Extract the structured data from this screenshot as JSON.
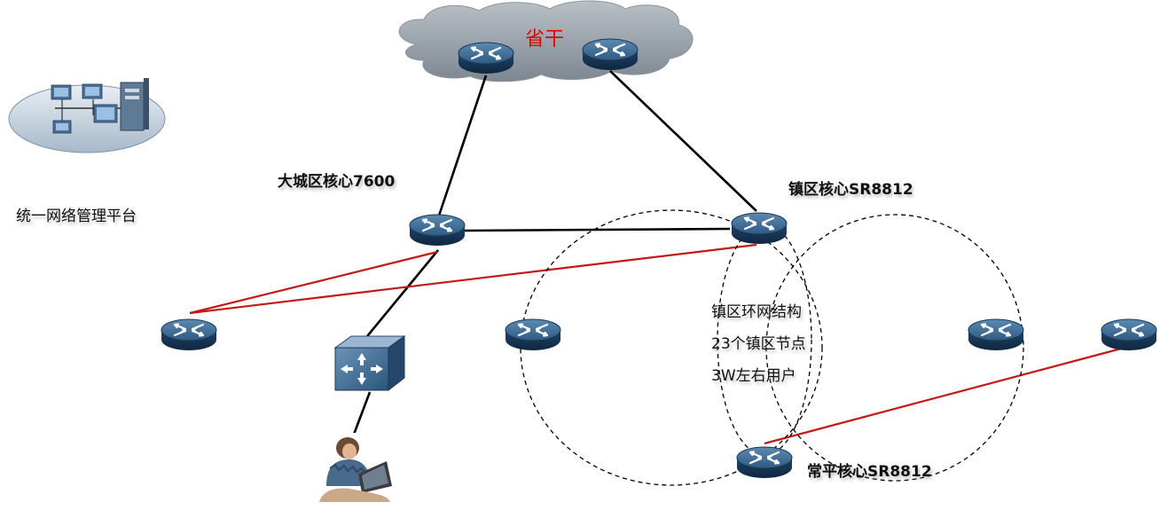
{
  "colors": {
    "router_top": "#3f6f97",
    "router_side": "#1d3f61",
    "link_core": "#000000",
    "link_access": "#c41818",
    "cloud": "#9aa3ab",
    "ring": "#000000"
  },
  "labels": {
    "backbone": "省干",
    "nms": "统一网络管理平台",
    "core_city": "大城区核心7600",
    "core_town": "镇区核心SR8812",
    "core_changping": "常平核心SR8812",
    "ring_line1": "镇区环网结构",
    "ring_line2": "23个镇区节点",
    "ring_line3": "3W左右用户"
  },
  "icons": {
    "router": "router-icon",
    "switch": "layer3-switch-icon",
    "user": "laptop-user-icon",
    "nms": "network-management-icon",
    "cloud": "cloud-icon"
  }
}
